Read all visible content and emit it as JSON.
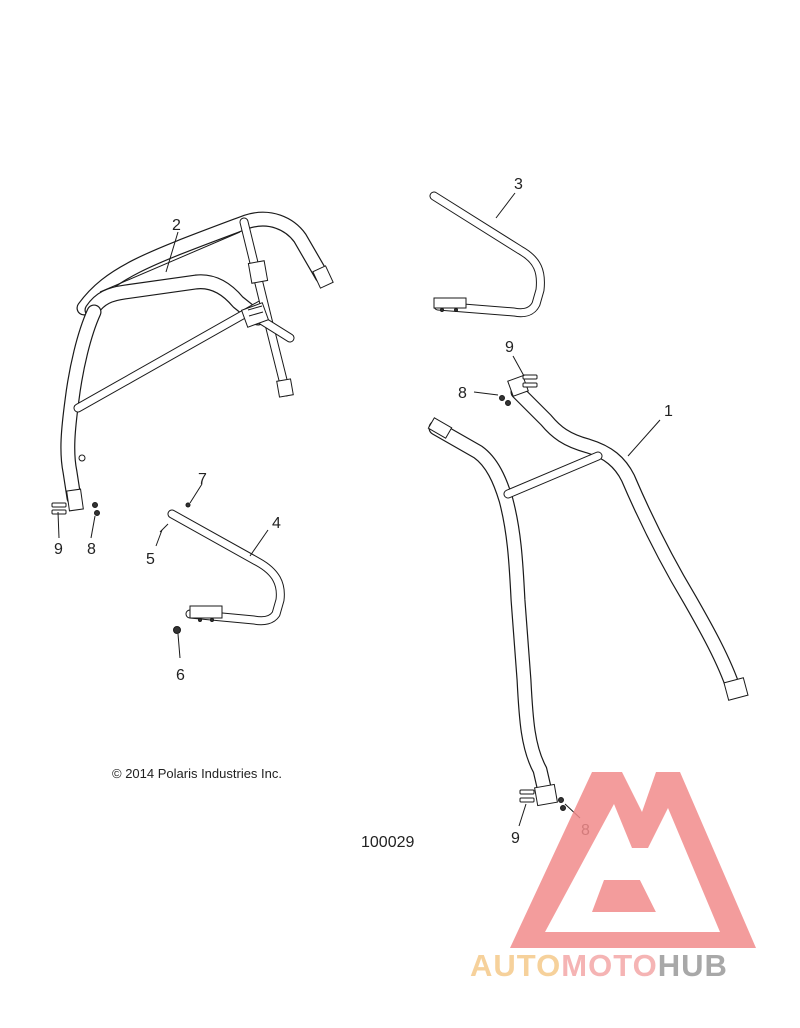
{
  "callouts": {
    "c1": "1",
    "c2": "2",
    "c3": "3",
    "c4": "4",
    "c5": "5",
    "c6": "6",
    "c7": "7",
    "c8_top": "8",
    "c8_left": "8",
    "c8_bottom": "8",
    "c9_top": "9",
    "c9_left": "9",
    "c9_bottom": "9"
  },
  "copyright": "© 2014 Polaris Industries Inc.",
  "diagram_number": "100029",
  "watermark": {
    "auto": "AUTO",
    "moto": "MOTO",
    "hub": "HUB",
    "colors": {
      "triangle": "#f28b8b",
      "auto": "#f5c98a",
      "moto": "#f4a7a7",
      "hub": "#9a9a9a"
    }
  }
}
